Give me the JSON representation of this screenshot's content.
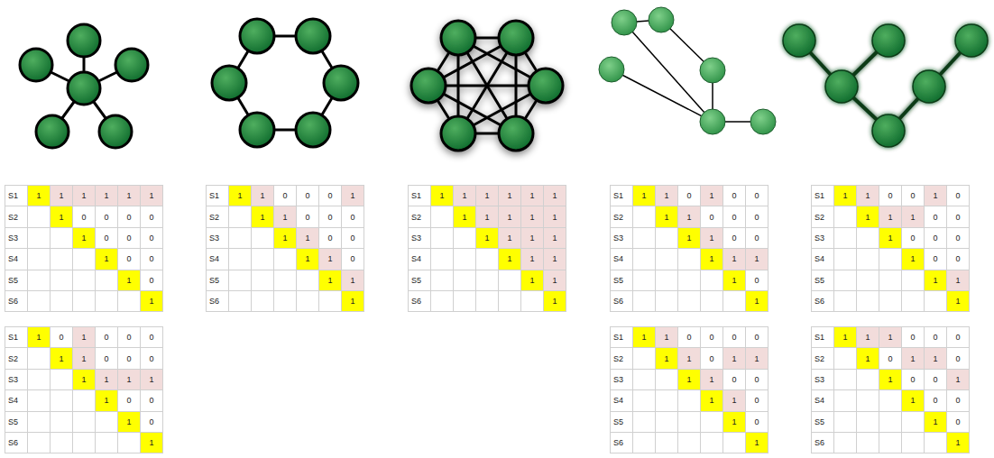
{
  "diagram": {
    "labels": [
      "S1",
      "1",
      "1",
      "1",
      "1",
      "1",
      "1",
      "S2",
      "1",
      "0",
      "0",
      "0",
      "0",
      "S3",
      "1",
      "0",
      "0",
      "0",
      "S4",
      "1",
      "0",
      "0",
      "S5",
      "1",
      "0",
      "S6",
      "1",
      "S1",
      "1",
      "1",
      "0",
      "0",
      "0",
      "1",
      "S2",
      "1",
      "1",
      "0",
      "0",
      "0",
      "S3",
      "1",
      "1",
      "0",
      "0",
      "S4",
      "1",
      "1",
      "0",
      "S5",
      "1",
      "1",
      "S6",
      "1",
      "S1",
      "1",
      "1",
      "1",
      "1",
      "1",
      "1",
      "S2",
      "1",
      "1",
      "1",
      "1",
      "1",
      "S3",
      "1",
      "1",
      "1",
      "1",
      "S4",
      "1",
      "1",
      "1",
      "S5",
      "1",
      "1",
      "S6",
      "1",
      "S1",
      "1",
      "1",
      "0",
      "1",
      "0",
      "0",
      "S2",
      "1",
      "1",
      "0",
      "0",
      "0",
      "S3",
      "1",
      "1",
      "0",
      "0",
      "S4",
      "1",
      "1",
      "1",
      "S5",
      "1",
      "0",
      "S6",
      "1",
      "S1",
      "1",
      "1",
      "0",
      "0",
      "1",
      "0",
      "S2",
      "1",
      "1",
      "1",
      "0",
      "0",
      "S3",
      "1",
      "0",
      "0",
      "0",
      "S4",
      "1",
      "0",
      "0",
      "S5",
      "1",
      "1",
      "S6",
      "1",
      "S1",
      "1",
      "0",
      "1",
      "0",
      "0",
      "0",
      "S2",
      "1",
      "1",
      "0",
      "0",
      "0",
      "S3",
      "1",
      "1",
      "1",
      "1",
      "S4",
      "1",
      "0",
      "0",
      "S5",
      "1",
      "0",
      "S6",
      "1",
      "S1",
      "1",
      "1",
      "0",
      "0",
      "0",
      "0",
      "S2",
      "1",
      "1",
      "0",
      "1",
      "1",
      "S3",
      "1",
      "1",
      "0",
      "0",
      "S4",
      "1",
      "1",
      "0",
      "S5",
      "1",
      "0",
      "S6",
      "1",
      "S1",
      "1",
      "1",
      "1",
      "0",
      "0",
      "0",
      "S2",
      "1",
      "0",
      "1",
      "1",
      "0",
      "S3",
      "1",
      "0",
      "0",
      "1",
      "S4",
      "1",
      "0",
      "0",
      "S5",
      "1",
      "0",
      "S6",
      "1"
    ]
  }
}
